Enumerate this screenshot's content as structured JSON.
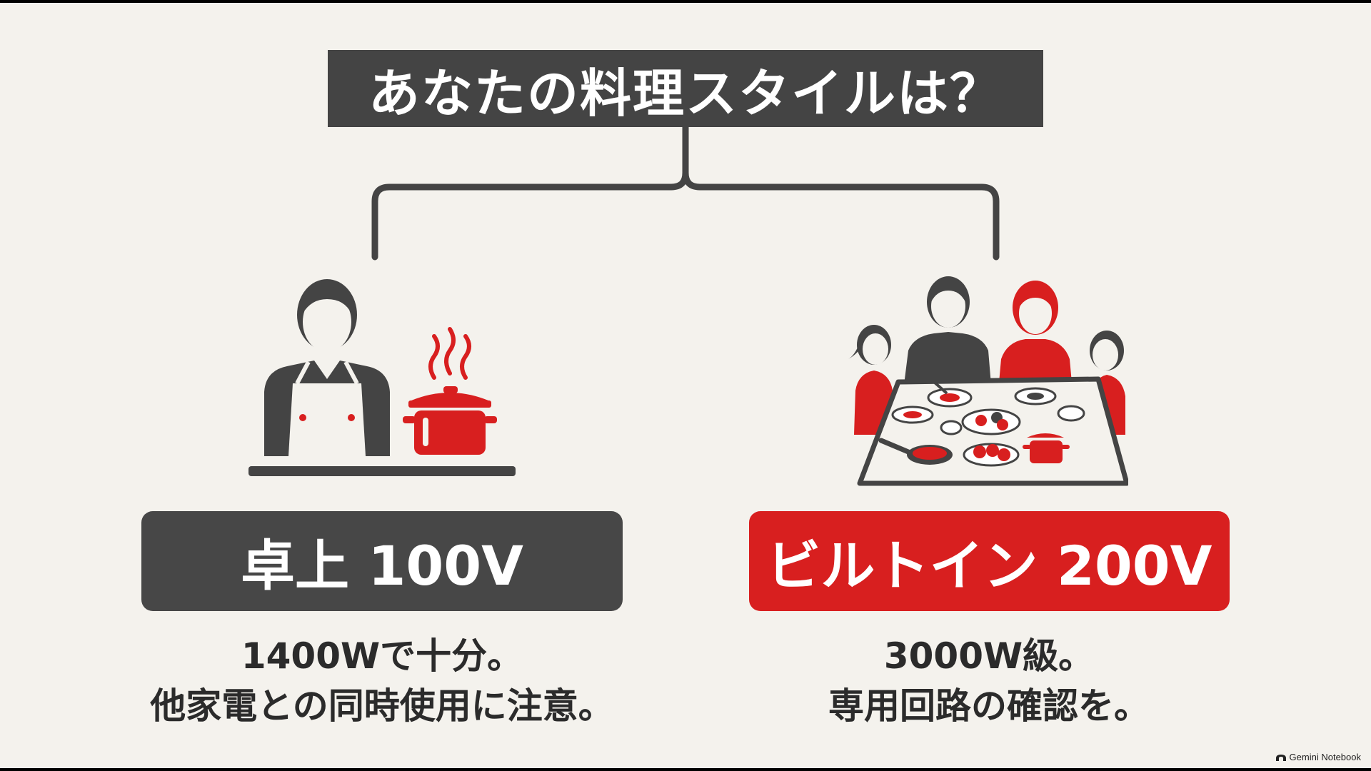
{
  "title": "あなたの料理スタイルは？",
  "left": {
    "label": "卓上 100V",
    "desc_line1": "1400Wで十分。",
    "desc_line2": "他家電との同時使用に注意。",
    "illustration": "person-cooking-with-pot-icon",
    "color": "#474747"
  },
  "right": {
    "label": "ビルトイン 200V",
    "desc_line1": "3000W級。",
    "desc_line2": "専用回路の確認を。",
    "illustration": "family-dining-table-icon",
    "color": "#d81f1f"
  },
  "brand": {
    "label": "Gemini Notebook",
    "icon": "notebook-logo-icon"
  },
  "colors": {
    "background": "#f4f2ed",
    "dark": "#444444",
    "accent": "#d81f1f"
  }
}
